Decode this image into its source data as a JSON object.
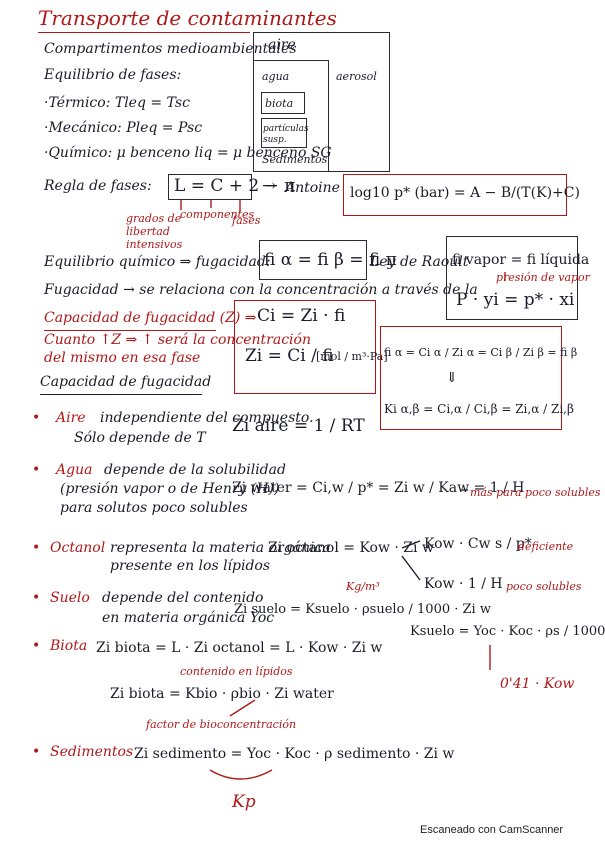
{
  "title": "Transporte de contaminantes",
  "compartments": {
    "heading": "Compartimentos medioambientales",
    "cells": [
      "aire",
      "agua",
      "aerosol",
      "biota",
      "partículas susp.",
      "Sedimentos"
    ]
  },
  "equilibrium": {
    "heading": "Equilibrio de fases:",
    "thermal": "·Térmico: Tleq = Tsc",
    "mechanical": "·Mecánico: Pleq = Psc",
    "chemical": "·Químico: μ benceno liq = μ benceno SG"
  },
  "phase_rule": {
    "label": "Regla de fases:",
    "formula": "L = C + 2 − π",
    "arrow": "→",
    "antoine_label": "Antoine",
    "antoine_formula": "log10 p* (bar) = A − B/(T(K)+C)",
    "deg_label": "grados de libertad intensivos",
    "comp_label": "componentes",
    "phase_label": "fases"
  },
  "chem_eq": {
    "label": "Equilibrio químico ⇒ fugacidad:",
    "formula": "fi α = fi β = fi π",
    "raoult_label": "Ley de Raoult",
    "raoult_formula": "fi vapor = fi líquida",
    "vapor_pressure_label": "presión de vapor",
    "raoult_eq": "P · yi = p* · xi",
    "fugacity_note": "Fugacidad → se relaciona con la concentración a través de la"
  },
  "capacity": {
    "label": "Capacidad de fugacidad (Z) ⇒",
    "note_line1": "Cuanto ↑Z ⇒ ↑ será la concentración",
    "note_line2": "del mismo en esa fase",
    "ci_formula": "Ci = Zi · fi",
    "zi_formula": "Zi = Ci / fi",
    "units": "[mol / m³·Pa]",
    "partition_formula": "fi α = Ci α / Zi α = Ci β / Zi β = fi β",
    "k_formula": "Ki α,β = Ci,α / Ci,β = Zi,α / Zi,β"
  },
  "section": "Capacidad de fugacidad",
  "items": [
    {
      "name": "Aire",
      "desc1": "independiente del compuesto.",
      "desc2": "Sólo depende de T",
      "formula": "Zi aire = 1 / RT"
    },
    {
      "name": "Agua",
      "desc1": "depende de la solubilidad",
      "desc2": "(presión vapor o de Henry (H))",
      "desc3": "para solutos poco solubles",
      "formula": "Zi water = Ci,w / p* = Zi w / Kaw = 1 / H",
      "note": "más para poco solubles"
    },
    {
      "name": "Octanol",
      "desc1": "representa la materia orgánica",
      "desc2": "presente en los lípidos",
      "formula": "Zi octanol = Kow · Zi w",
      "branch1": "Kow · Cw s / p*",
      "branch1_note": "deficiente",
      "branch2": "Kow · 1 / H",
      "branch2_note": "poco solubles"
    },
    {
      "name": "Suelo",
      "desc1": "depende del contenido",
      "desc2": "en materia orgánica Yoc",
      "formula": "Zi suelo = Ksuelo · ρsuelo / 1000 · Zi w",
      "kg_note": "Kg/m³",
      "ka_formula": "Ksuelo = Yoc · Koc · ρs / 1000",
      "koc_note": "0'41 · Kow"
    },
    {
      "name": "Biota",
      "formula": "Zi biota = L · Zi octanol = L · Kow · Zi w",
      "lipid_note": "contenido en lípidos",
      "formula2": "Zi biota = Kbio · ρbio · Zi water",
      "bio_note": "factor de bioconcentración"
    },
    {
      "name": "Sedimentos",
      "formula": "Zi sedimento = Yoc · Koc · ρ sedimento · Zi w",
      "kp_label": "Kp"
    }
  ],
  "footer": "Escaneado con CamScanner",
  "colors": {
    "ink": "#1b1b2a",
    "red": "#b01818"
  }
}
